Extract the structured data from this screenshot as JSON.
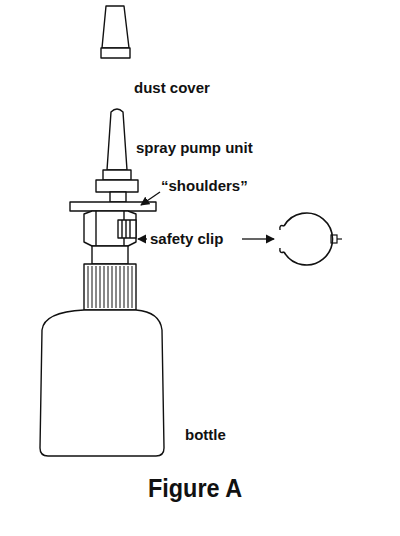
{
  "diagram": {
    "caption": "Figure A",
    "labels": [
      "dust cover",
      "spray pump unit",
      "“shoulders”",
      "safety clip",
      "bottle"
    ]
  }
}
